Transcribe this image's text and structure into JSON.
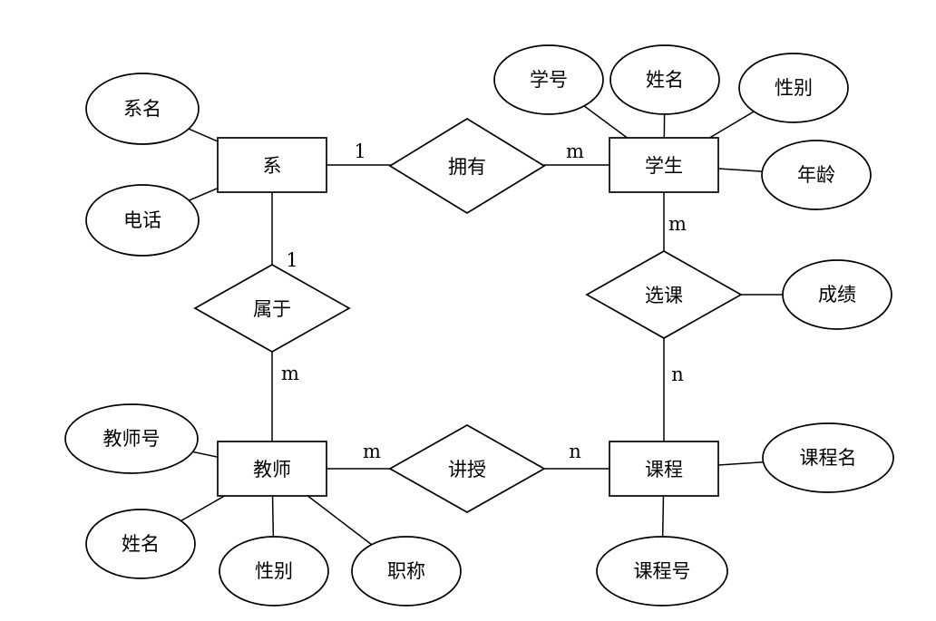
{
  "diagram": {
    "colors": {
      "background": "#ffffff",
      "stroke": "#000000",
      "text": "#000000"
    },
    "entities": [
      {
        "name": "department",
        "label": "系"
      },
      {
        "name": "student",
        "label": "学生"
      },
      {
        "name": "teacher",
        "label": "教师"
      },
      {
        "name": "course",
        "label": "课程"
      }
    ],
    "relationships": [
      {
        "name": "owns",
        "label": "拥有",
        "between": [
          "系",
          "学生"
        ]
      },
      {
        "name": "belongs-to",
        "label": "属于",
        "between": [
          "系",
          "教师"
        ]
      },
      {
        "name": "course-selection",
        "label": "选课",
        "between": [
          "学生",
          "课程"
        ]
      },
      {
        "name": "teaches",
        "label": "讲授",
        "between": [
          "教师",
          "课程"
        ]
      }
    ],
    "attributes": [
      {
        "name": "department-name",
        "label": "系名",
        "of": "系"
      },
      {
        "name": "department-phone",
        "label": "电话",
        "of": "系"
      },
      {
        "name": "student-number",
        "label": "学号",
        "of": "学生"
      },
      {
        "name": "student-name",
        "label": "姓名",
        "of": "学生"
      },
      {
        "name": "student-gender",
        "label": "性别",
        "of": "学生"
      },
      {
        "name": "student-age",
        "label": "年龄",
        "of": "学生"
      },
      {
        "name": "grade",
        "label": "成绩",
        "of": "选课"
      },
      {
        "name": "teacher-number",
        "label": "教师号",
        "of": "教师"
      },
      {
        "name": "teacher-name",
        "label": "姓名",
        "of": "教师"
      },
      {
        "name": "teacher-gender",
        "label": "性别",
        "of": "教师"
      },
      {
        "name": "teacher-title",
        "label": "职称",
        "of": "教师"
      },
      {
        "name": "course-name",
        "label": "课程名",
        "of": "课程"
      },
      {
        "name": "course-number",
        "label": "课程号",
        "of": "课程"
      }
    ],
    "cardinalities": [
      {
        "name": "owns-department-side",
        "label": "1"
      },
      {
        "name": "owns-student-side",
        "label": "m"
      },
      {
        "name": "belongs-department-side",
        "label": "1"
      },
      {
        "name": "belongs-teacher-side",
        "label": "m"
      },
      {
        "name": "selection-student-side",
        "label": "m"
      },
      {
        "name": "selection-course-side",
        "label": "n"
      },
      {
        "name": "teaches-teacher-side",
        "label": "m"
      },
      {
        "name": "teaches-course-side",
        "label": "n"
      }
    ]
  }
}
